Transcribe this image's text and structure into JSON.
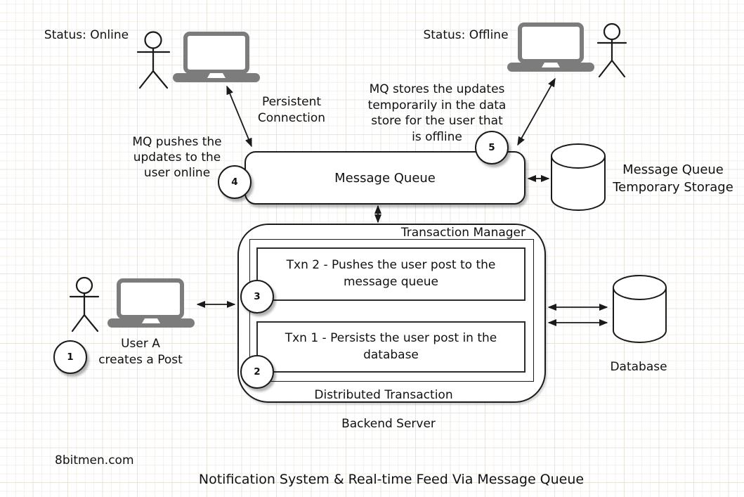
{
  "title": "Notification System & Real-time Feed Via Message Queue",
  "watermark": "8bitmen.com",
  "users": {
    "online": {
      "status": "Status: Online"
    },
    "offline": {
      "status": "Status: Offline"
    },
    "user_a": {
      "label": "User A\ncreates a Post"
    }
  },
  "annotations": {
    "persistent_connection": "Persistent\nConnection",
    "mq_push": "MQ pushes the\nupdates to the\nuser online",
    "mq_store": "MQ stores the updates\ntemporarily in the data\nstore for the user that\nis offline"
  },
  "nodes": {
    "message_queue": "Message Queue",
    "mq_temp_storage": "Message Queue\nTemporary Storage",
    "transaction_manager": "Transaction Manager",
    "txn2": "Txn 2 - Pushes the user post to the\nmessage queue",
    "txn1": "Txn 1 - Persists the user post in the\ndatabase",
    "distributed_transaction": "Distributed Transaction",
    "backend_server": "Backend Server",
    "database": "Database"
  },
  "steps": [
    "1",
    "2",
    "3",
    "4",
    "5"
  ],
  "colors": {
    "stroke": "#1a1a1a",
    "laptop_gray": "#7c7c7c",
    "shape_fill": "#ffffff",
    "grid_major": "#e8e4dc",
    "grid_minor": "#f4f1eb"
  }
}
